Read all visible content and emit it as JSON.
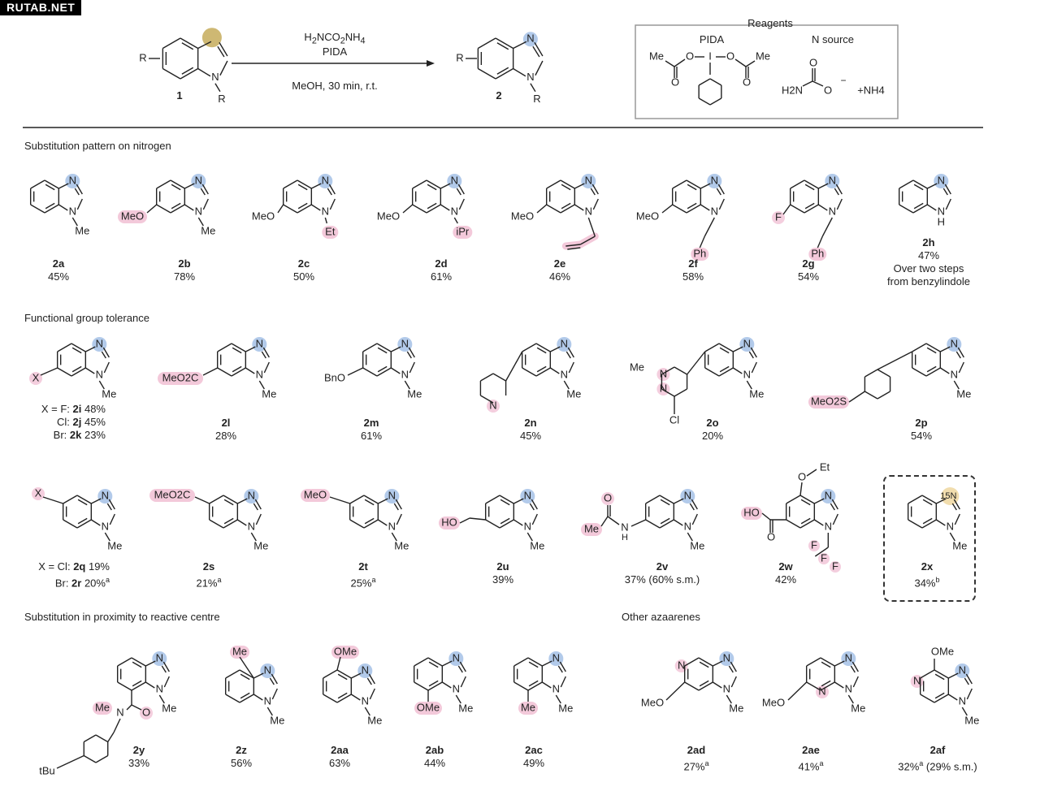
{
  "watermark": "RUTAB.NET",
  "scheme": {
    "reactant_label": "1",
    "product_label": "2",
    "reagent_line1": "H2NCO2NH4",
    "reagent_line2": "PIDA",
    "conditions": "MeOH, 30 min, r.t.",
    "reagents_box_title": "Reagents",
    "pida_label": "PIDA",
    "n_source_label": "N source"
  },
  "sections": {
    "nitrogen": "Substitution pattern on nitrogen",
    "functional": "Functional group tolerance",
    "proximity": "Substitution in proximity to reactive centre",
    "azaarenes": "Other azaarenes"
  },
  "compounds": {
    "c2a": {
      "name": "2a",
      "yield": "45%"
    },
    "c2b": {
      "name": "2b",
      "yield": "78%"
    },
    "c2c": {
      "name": "2c",
      "yield": "50%"
    },
    "c2d": {
      "name": "2d",
      "yield": "61%"
    },
    "c2e": {
      "name": "2e",
      "yield": "46%"
    },
    "c2f": {
      "name": "2f",
      "yield": "58%"
    },
    "c2g": {
      "name": "2g",
      "yield": "54%"
    },
    "c2h": {
      "name": "2h",
      "yield": "47%",
      "note1": "Over two steps",
      "note2": "from benzylindole"
    },
    "c2ijk": {
      "line1": "X = F: 2i 48%",
      "line2": "Cl: 2j 45%",
      "line3": "Br: 2k 23%"
    },
    "c2l": {
      "name": "2l",
      "yield": "28%"
    },
    "c2m": {
      "name": "2m",
      "yield": "61%"
    },
    "c2n": {
      "name": "2n",
      "yield": "45%"
    },
    "c2o": {
      "name": "2o",
      "yield": "20%"
    },
    "c2p": {
      "name": "2p",
      "yield": "54%"
    },
    "c2qr": {
      "line1": "X = Cl: 2q 19%",
      "line2": "Br: 2r 20%a"
    },
    "c2s": {
      "name": "2s",
      "yield": "21%a"
    },
    "c2t": {
      "name": "2t",
      "yield": "25%a"
    },
    "c2u": {
      "name": "2u",
      "yield": "39%"
    },
    "c2v": {
      "name": "2v",
      "yield": "37% (60% s.m.)"
    },
    "c2w": {
      "name": "2w",
      "yield": "42%"
    },
    "c2x": {
      "name": "2x",
      "yield": "34%b"
    },
    "c2y": {
      "name": "2y",
      "yield": "33%"
    },
    "c2z": {
      "name": "2z",
      "yield": "56%"
    },
    "c2aa": {
      "name": "2aa",
      "yield": "63%"
    },
    "c2ab": {
      "name": "2ab",
      "yield": "44%"
    },
    "c2ac": {
      "name": "2ac",
      "yield": "49%"
    },
    "c2ad": {
      "name": "2ad",
      "yield": "27%a"
    },
    "c2ae": {
      "name": "2ae",
      "yield": "41%a"
    },
    "c2af": {
      "name": "2af",
      "yield": "32%a (29% s.m.)"
    }
  },
  "atom_labels": {
    "N": "N",
    "Me": "Me",
    "MeO": "MeO",
    "Et": "Et",
    "iPr": "iPr",
    "Ph": "Ph",
    "F": "F",
    "H": "H",
    "R": "R",
    "X": "X",
    "MeO2C": "MeO2C",
    "BnO": "BnO",
    "Cl": "Cl",
    "MeO2S": "MeO2S",
    "HO": "HO",
    "OEt": "O",
    "Et2": "Et",
    "OMe": "OMe",
    "tBu": "tBu",
    "O": "O",
    "HN": "N",
    "H2N": "H2N",
    "NH4": "+NH4",
    "I": "I",
    "15N": "15N",
    "Me_ac": "Me"
  },
  "colors": {
    "blue_highlight": "#aac4e8",
    "pink_highlight": "#f3c9da",
    "gold_highlight": "#c9b064",
    "n15_highlight": "#efd9a5",
    "bond": "#222222"
  }
}
